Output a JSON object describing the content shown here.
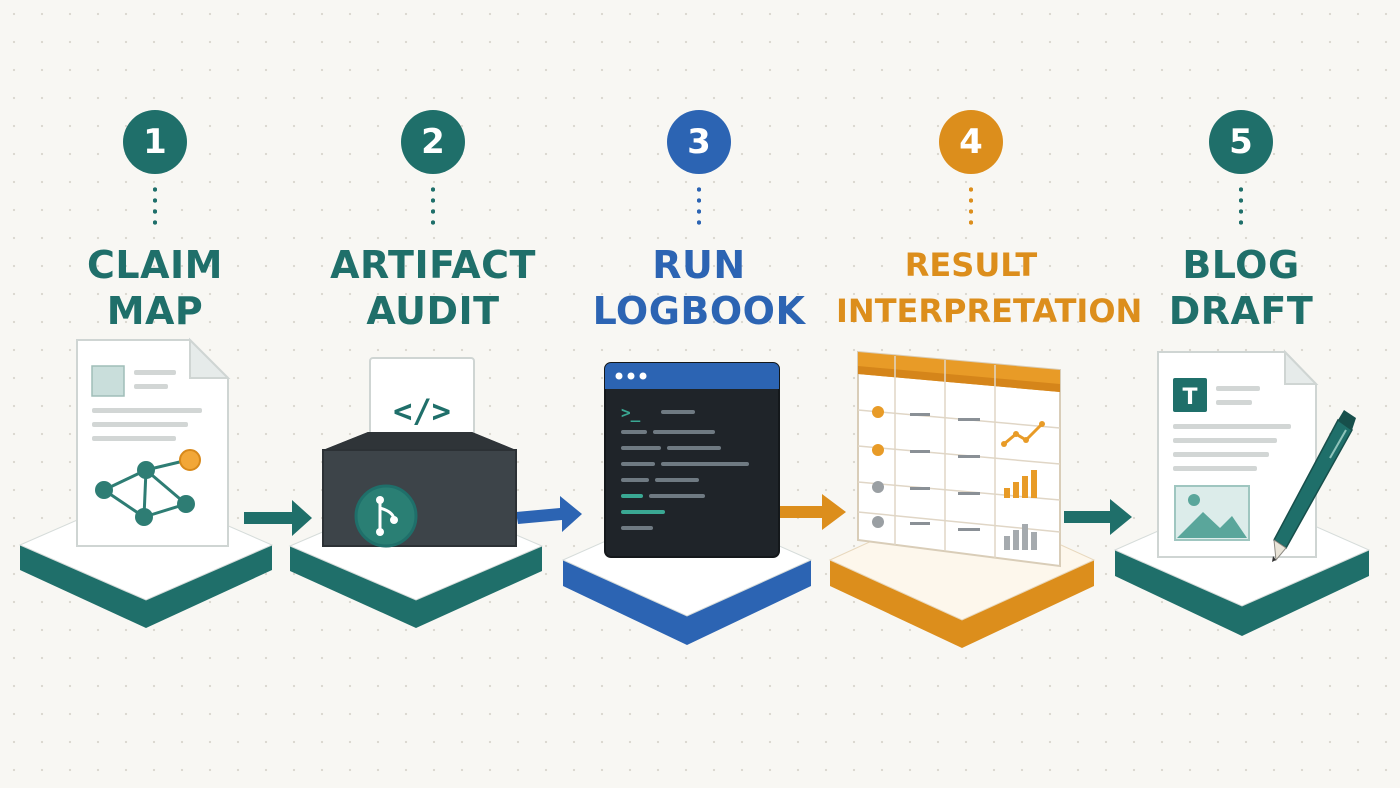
{
  "colors": {
    "teal": "#1f6f6a",
    "blue": "#2c64b3",
    "orange": "#dc8e1c",
    "background": "#f8f7f3"
  },
  "steps": [
    {
      "number": "1",
      "title_line1": "CLAIM",
      "title_line2": "MAP",
      "color": "#1f6f6a",
      "icon": "document-graph-icon"
    },
    {
      "number": "2",
      "title_line1": "ARTIFACT",
      "title_line2": "AUDIT",
      "color": "#1f6f6a",
      "icon": "code-box-icon"
    },
    {
      "number": "3",
      "title_line1": "RUN",
      "title_line2": "LOGBOOK",
      "color": "#2c64b3",
      "icon": "terminal-window-icon"
    },
    {
      "number": "4",
      "title_line1": "RESULT",
      "title_line2": "INTERPRETATION",
      "color": "#dc8e1c",
      "icon": "results-table-icon"
    },
    {
      "number": "5",
      "title_line1": "BLOG",
      "title_line2": "DRAFT",
      "color": "#1f6f6a",
      "icon": "document-pen-icon"
    }
  ],
  "connectors": [
    {
      "from": "1",
      "to": "2",
      "color": "#1f6f6a",
      "icon": "arrow-right-icon"
    },
    {
      "from": "2",
      "to": "3",
      "color": "#2c64b3",
      "icon": "arrow-right-icon"
    },
    {
      "from": "3",
      "to": "4",
      "color": "#dc8e1c",
      "icon": "arrow-right-icon"
    },
    {
      "from": "4",
      "to": "5",
      "color": "#1f6f6a",
      "icon": "arrow-right-icon"
    }
  ],
  "icon_text": {
    "code_symbol": "</>",
    "prompt_symbol": ">_",
    "document_letter": "T"
  }
}
